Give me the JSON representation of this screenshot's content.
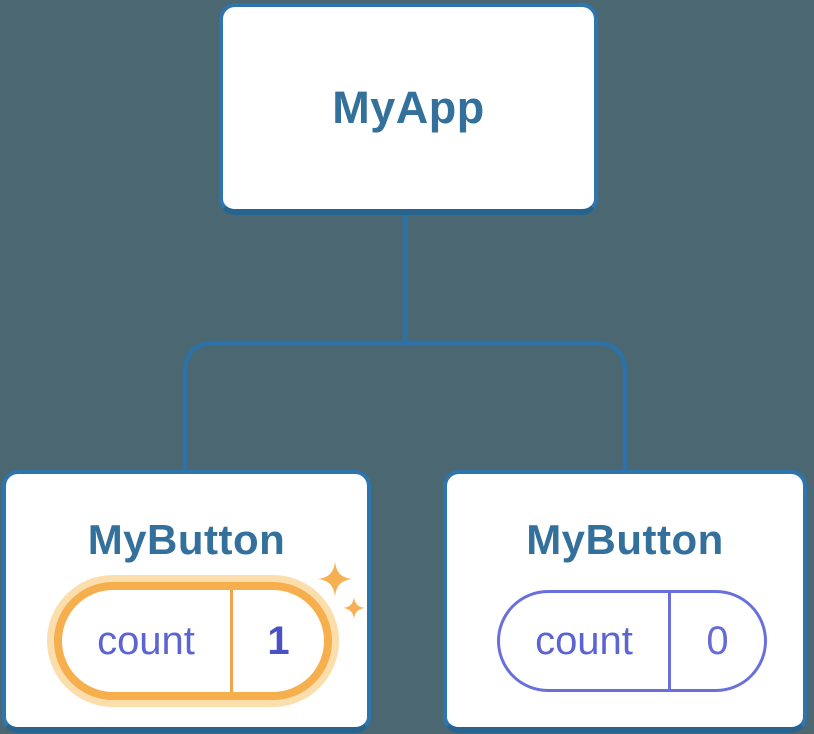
{
  "diagram": {
    "root": {
      "label": "MyApp"
    },
    "children": [
      {
        "label": "MyButton",
        "state": {
          "key": "count",
          "value": "1"
        },
        "highlighted": true
      },
      {
        "label": "MyButton",
        "state": {
          "key": "count",
          "value": "0"
        },
        "highlighted": false
      }
    ],
    "icons": {
      "highlight": "sparkles-icon"
    },
    "colors": {
      "background": "#4A6772",
      "card_fill": "#FFFFFF",
      "card_border": "#2E75AD",
      "card_border_bottom": "#27638F",
      "connector": "#2C72A9",
      "title_text": "#33709C",
      "state_key_text": "#5C63D2",
      "state_value_highlighted": "#4B50C5",
      "state_value_plain": "#666CD6",
      "state_pill_border": "#6970DB",
      "highlight_ring": "#F7AE4D",
      "highlight_halo": "#FBDEAC",
      "highlight_divider": "#EFA64A",
      "sparkle": "#F6B052"
    }
  }
}
